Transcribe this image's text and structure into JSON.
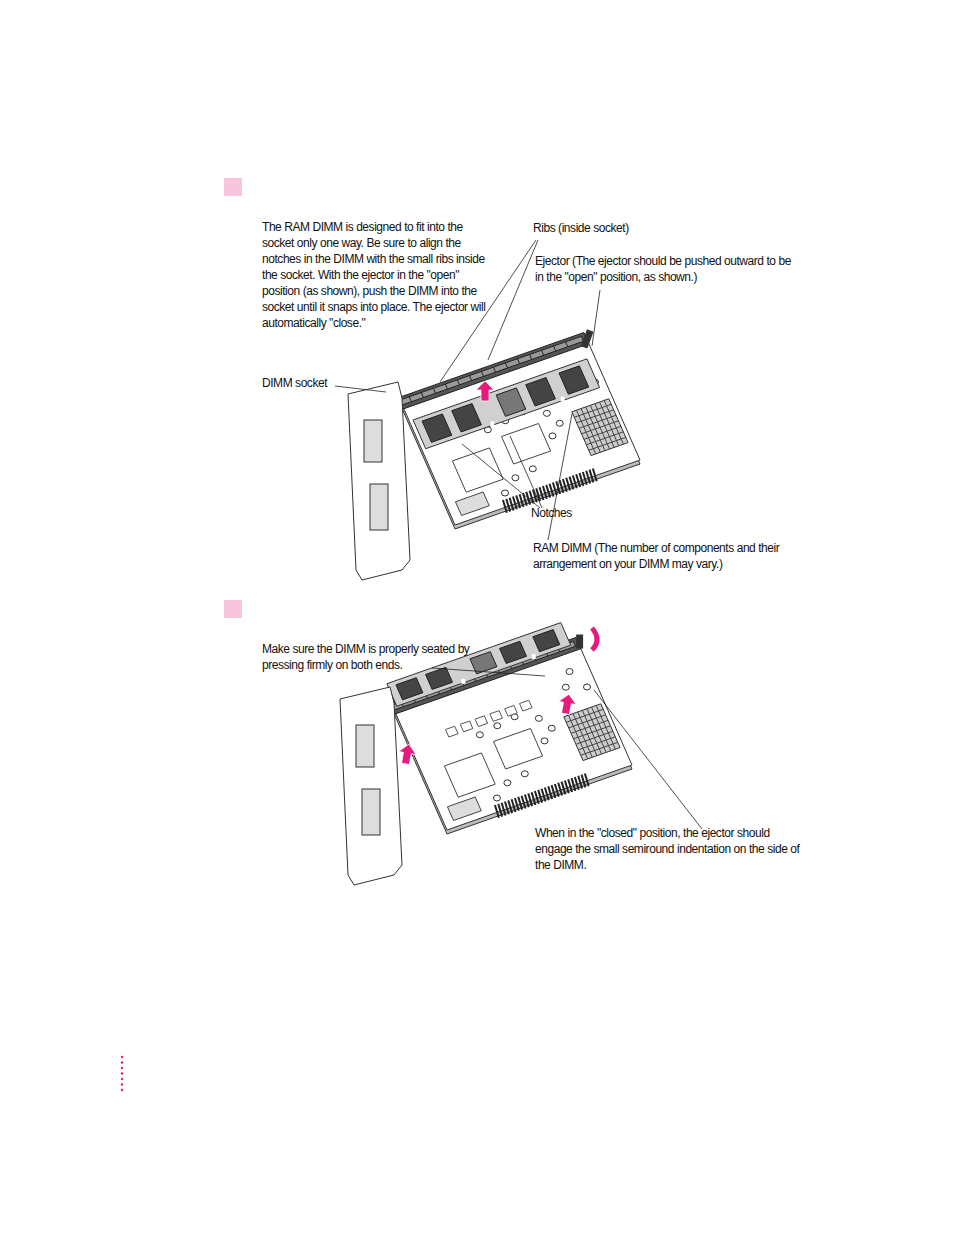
{
  "diagram": {
    "labels": [
      "The RAM DIMM is designed to fit into the socket only one way. Be sure to align the notches in the DIMM with the small ribs inside the socket. With the ejector in the \"open\" position (as shown), push the DIMM into the socket until it snaps into place. The ejector will automatically \"close.\"",
      "Ribs (inside socket)",
      "Ejector (The ejector should be pushed outward to be in the \"open\" position, as shown.)",
      "DIMM socket",
      "Notches",
      "RAM DIMM (The number of components and their arrangement on your DIMM may vary.)",
      "Make sure the DIMM is properly seated by pressing firmly on both ends.",
      "When in the \"closed\" position, the ejector should engage the small semiround indentation on the side of the DIMM."
    ]
  }
}
